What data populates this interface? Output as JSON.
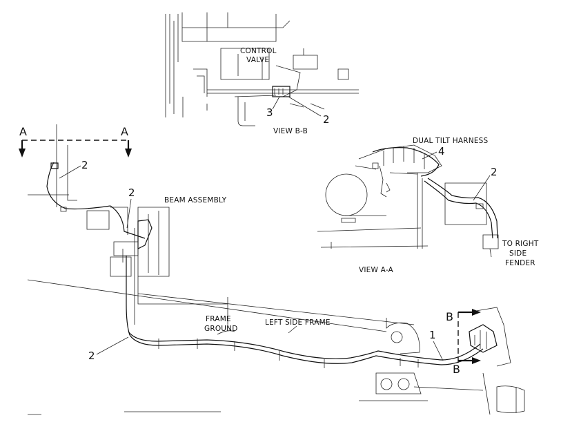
{
  "labels": {
    "control_valve_l1": "CONTROL",
    "control_valve_l2": "VALVE",
    "view_bb": "VIEW B-B",
    "dual_tilt_harness": "DUAL TILT HARNESS",
    "beam_assembly": "BEAM ASSEMBLY",
    "to_right_l1": "TO RIGHT",
    "to_right_l2": "SIDE",
    "to_right_l3": "FENDER",
    "view_aa": "VIEW A-A",
    "frame_ground_l1": "FRAME",
    "frame_ground_l2": "GROUND",
    "left_side_frame": "LEFT SIDE FRAME"
  },
  "callouts": {
    "bb_3": "3",
    "bb_2": "2",
    "aa_4": "4",
    "aa_2": "2",
    "left_2": "2",
    "beam_2": "2",
    "bottom_2": "2",
    "main_1": "1"
  },
  "section_marks": {
    "a_left": "A",
    "a_right": "A",
    "b_top": "B",
    "b_bottom": "B"
  }
}
